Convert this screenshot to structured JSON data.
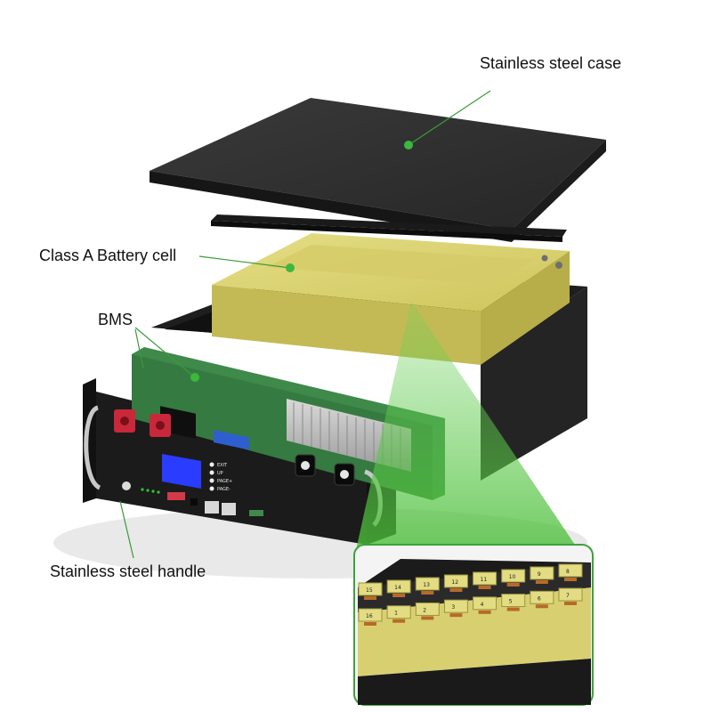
{
  "labels": {
    "case": "Stainless steel case",
    "cell": "Class A Battery cell",
    "bms": "BMS",
    "handle": "Stainless steel handle"
  },
  "panel": {
    "indicators": [
      "EXIT",
      "UP",
      "PAGE+",
      "PAGE-"
    ]
  },
  "cells": {
    "top_row": [
      "15",
      "14",
      "13",
      "12",
      "11",
      "10",
      "9",
      "8"
    ],
    "bottom_row": [
      "16",
      "1",
      "2",
      "3",
      "4",
      "5",
      "6",
      "7"
    ]
  },
  "colors": {
    "leader_line": "#3a9a3a",
    "case": "#2b2b2b",
    "cell_yellow": "#d8d070",
    "pcb_green": "#3f8a4a",
    "lcd_blue": "#2a3cff",
    "terminal_red": "#c8283a",
    "beam_green": "#5cc84a"
  }
}
